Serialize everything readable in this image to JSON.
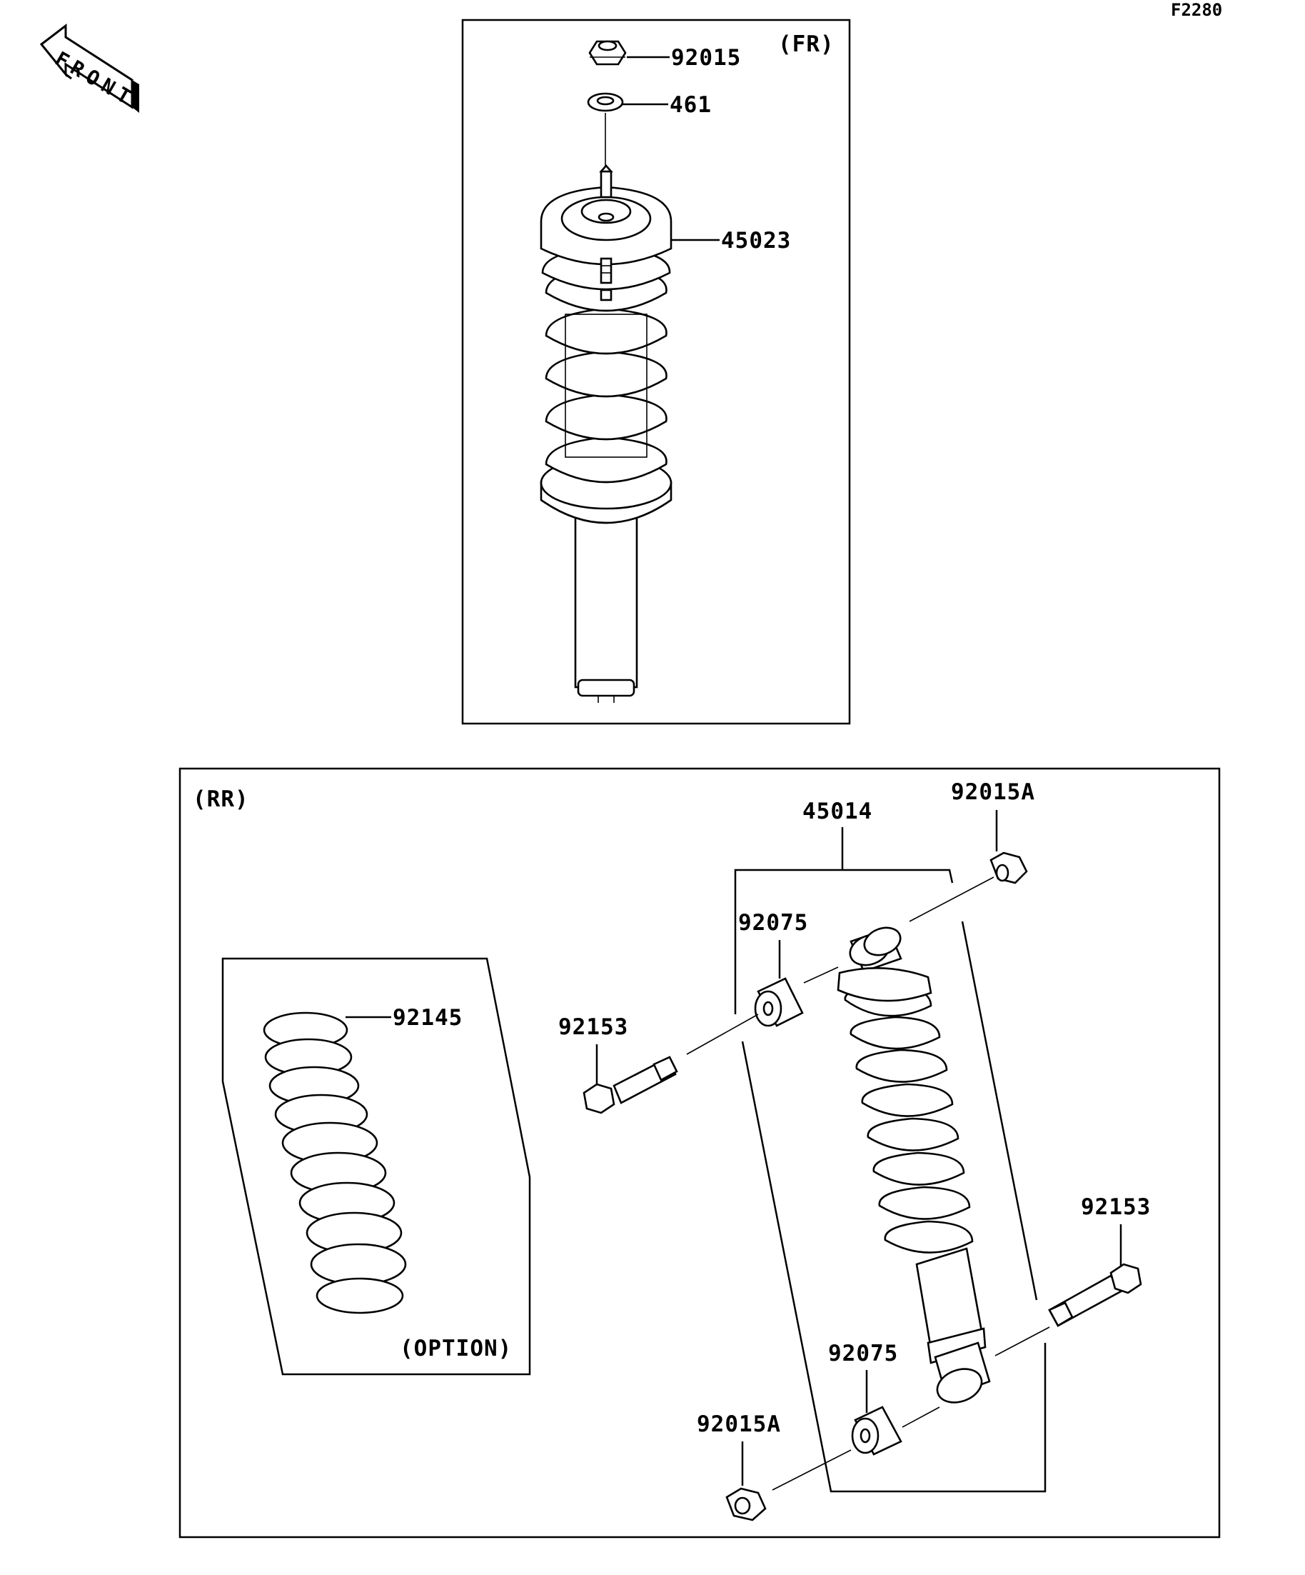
{
  "sheet_code": "F2280",
  "front_arrow_text": "FRONT",
  "sections": {
    "front": {
      "label": "(FR)"
    },
    "rear": {
      "label": "(RR)"
    },
    "option": {
      "label": "(OPTION)"
    }
  },
  "part_labels": {
    "fr_nut": "92015",
    "fr_washer": "461",
    "fr_shock": "45023",
    "rr_shock": "45014",
    "rr_nut_top": "92015A",
    "rr_collar_top": "92075",
    "rr_bolt_left": "92153",
    "rr_spring": "92145",
    "rr_bolt_right": "92153",
    "rr_collar_bottom": "92075",
    "rr_nut_bottom": "92015A"
  }
}
